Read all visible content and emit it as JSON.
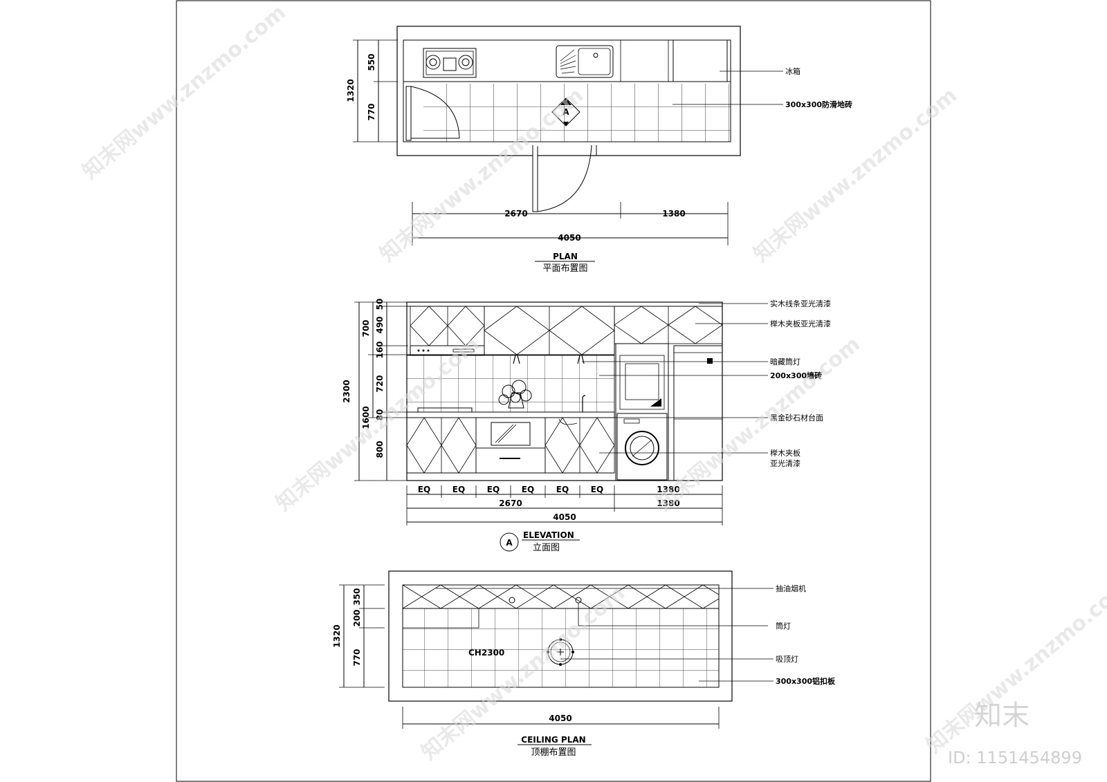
{
  "plan": {
    "title": "PLAN",
    "subtitle": "平面布置图",
    "dims": {
      "v_total": "1320",
      "v_top": "550",
      "v_bottom": "770",
      "h_left": "2670",
      "h_right": "1380",
      "h_total": "4050"
    },
    "labels": {
      "fridge": "冰箱",
      "floor_tile": "300x300防滑地砖"
    },
    "marker": "A"
  },
  "elevation": {
    "title": "ELEVATION",
    "subtitle": "立面图",
    "marker": "A",
    "dims": {
      "v_total": "2300",
      "v_700": "700",
      "v_1600": "1600",
      "v_50": "50",
      "v_490": "490",
      "v_160": "160",
      "v_720": "720",
      "v_80": "80",
      "v_800": "800",
      "eq": [
        "EQ",
        "EQ",
        "EQ",
        "EQ",
        "EQ",
        "EQ"
      ],
      "h_1380a": "1380",
      "h_2670": "2670",
      "h_1380b": "1380",
      "h_total": "4050"
    },
    "labels": {
      "solid_wood_trim": "实木线条亚光清漆",
      "beech_ply": "榉木夹板亚光清漆",
      "hidden_downlight": "暗藏筒灯",
      "wall_tile": "200x300墙砖",
      "countertop": "黑金砂石材台面",
      "beech_ply_2a": "榉木夹板",
      "beech_ply_2b": "亚光清漆"
    }
  },
  "ceiling": {
    "title": "CEILING PLAN",
    "subtitle": "顶棚布置图",
    "ch": "CH2300",
    "dims": {
      "v_total": "1320",
      "v_350": "350",
      "v_200": "200",
      "v_770": "770",
      "h_total": "4050"
    },
    "labels": {
      "range_hood": "抽油烟机",
      "downlight": "筒灯",
      "ceiling_light": "吸顶灯",
      "aluminum_panel": "300x300铝扣板"
    }
  },
  "watermark": {
    "text": "知末网www.znzmo.com",
    "brand": "知末",
    "id": "ID: 1151454899"
  }
}
